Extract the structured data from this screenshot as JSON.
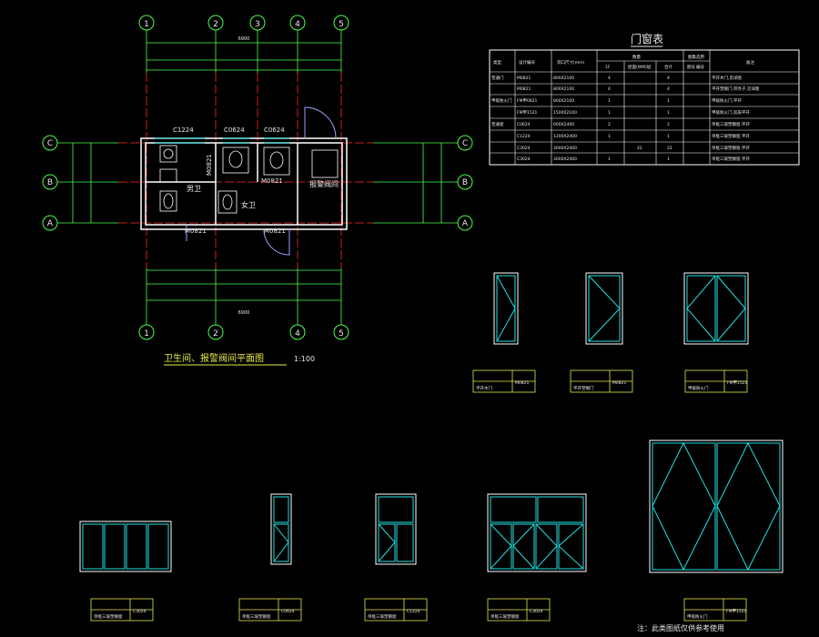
{
  "colors": {
    "grid": "#ff2b2b",
    "axis": "#4aff4a",
    "wall": "#ffffff",
    "window": "#22e0e0",
    "text": "#e8e8e8",
    "label": "#e8e84a",
    "door": "#a0a0ff"
  },
  "plan": {
    "title": "卫生间、报警阀间平面图",
    "scale": "1:100",
    "axis_cols": [
      "1",
      "2",
      "3",
      "4",
      "5"
    ],
    "axis_rows": [
      "C",
      "B",
      "A"
    ],
    "room_labels": {
      "toilet_m": "男卫",
      "toilet_f": "女卫",
      "valve_room": "报警阀间"
    },
    "window_tags": {
      "w1": "C1224",
      "w2": "C0624",
      "w3": "C0624"
    },
    "door_tags": {
      "d1": "M0821",
      "d2": "M0821",
      "d3": "M0821",
      "d4": "M0821"
    },
    "dim_top": "6900",
    "dim_bottom": "6900"
  },
  "schedule": {
    "title": "门窗表",
    "headers": [
      "类型",
      "设计编号",
      "洞口尺寸(mm)",
      "数量",
      "",
      "",
      "",
      "图集选用",
      "",
      "备注"
    ],
    "subheaders": [
      "1F",
      "屋面(WM)层",
      "合计",
      "图号",
      "编号"
    ],
    "rows": [
      [
        "普通门",
        "M0821",
        "800X2100",
        "4",
        "",
        "4",
        "",
        "",
        "",
        "平开木门,见详图"
      ],
      [
        "",
        "M0821",
        "800X2100",
        "4",
        "",
        "4",
        "",
        "",
        "",
        "平开塑钢门,带亮子,见详图"
      ],
      [
        "甲级防火门",
        "FM甲0821",
        "800X2100",
        "1",
        "",
        "1",
        "",
        "",
        "",
        "甲级防火门,平开"
      ],
      [
        "",
        "FM甲1521",
        "1500X2100",
        "1",
        "",
        "1",
        "",
        "",
        "",
        "甲级防火门,双扇平开"
      ],
      [
        "普通窗",
        "C0624",
        "600X2400",
        "2",
        "",
        "2",
        "",
        "",
        "",
        "单框三玻塑钢窗,平开"
      ],
      [
        "",
        "C1224",
        "1200X2400",
        "1",
        "",
        "1",
        "",
        "",
        "",
        "单框三玻塑钢窗,平开"
      ],
      [
        "",
        "C3024",
        "3000X2400",
        "",
        "22",
        "22",
        "",
        "",
        "",
        "单框三玻塑钢窗,平开"
      ],
      [
        "",
        "C3024",
        "3000X2400",
        "1",
        "",
        "1",
        "",
        "",
        "",
        "单框三玻塑钢窗,平开"
      ]
    ]
  },
  "details": [
    {
      "code": "M0821",
      "desc": "平开木门"
    },
    {
      "code": "M0821",
      "desc": "平开塑钢门"
    },
    {
      "code": "FM甲1521",
      "desc": "甲级防火门"
    },
    {
      "code": "C3024",
      "desc": "单框三玻塑钢窗"
    },
    {
      "code": "C0624",
      "desc": "单框三玻塑钢窗"
    },
    {
      "code": "C1224",
      "desc": "单框三玻塑钢窗"
    },
    {
      "code": "C3024",
      "desc": "单框三玻塑钢窗"
    },
    {
      "code": "FM甲1521",
      "desc": "甲级防火门"
    }
  ],
  "note": "注：此类图纸仅供参考使用"
}
